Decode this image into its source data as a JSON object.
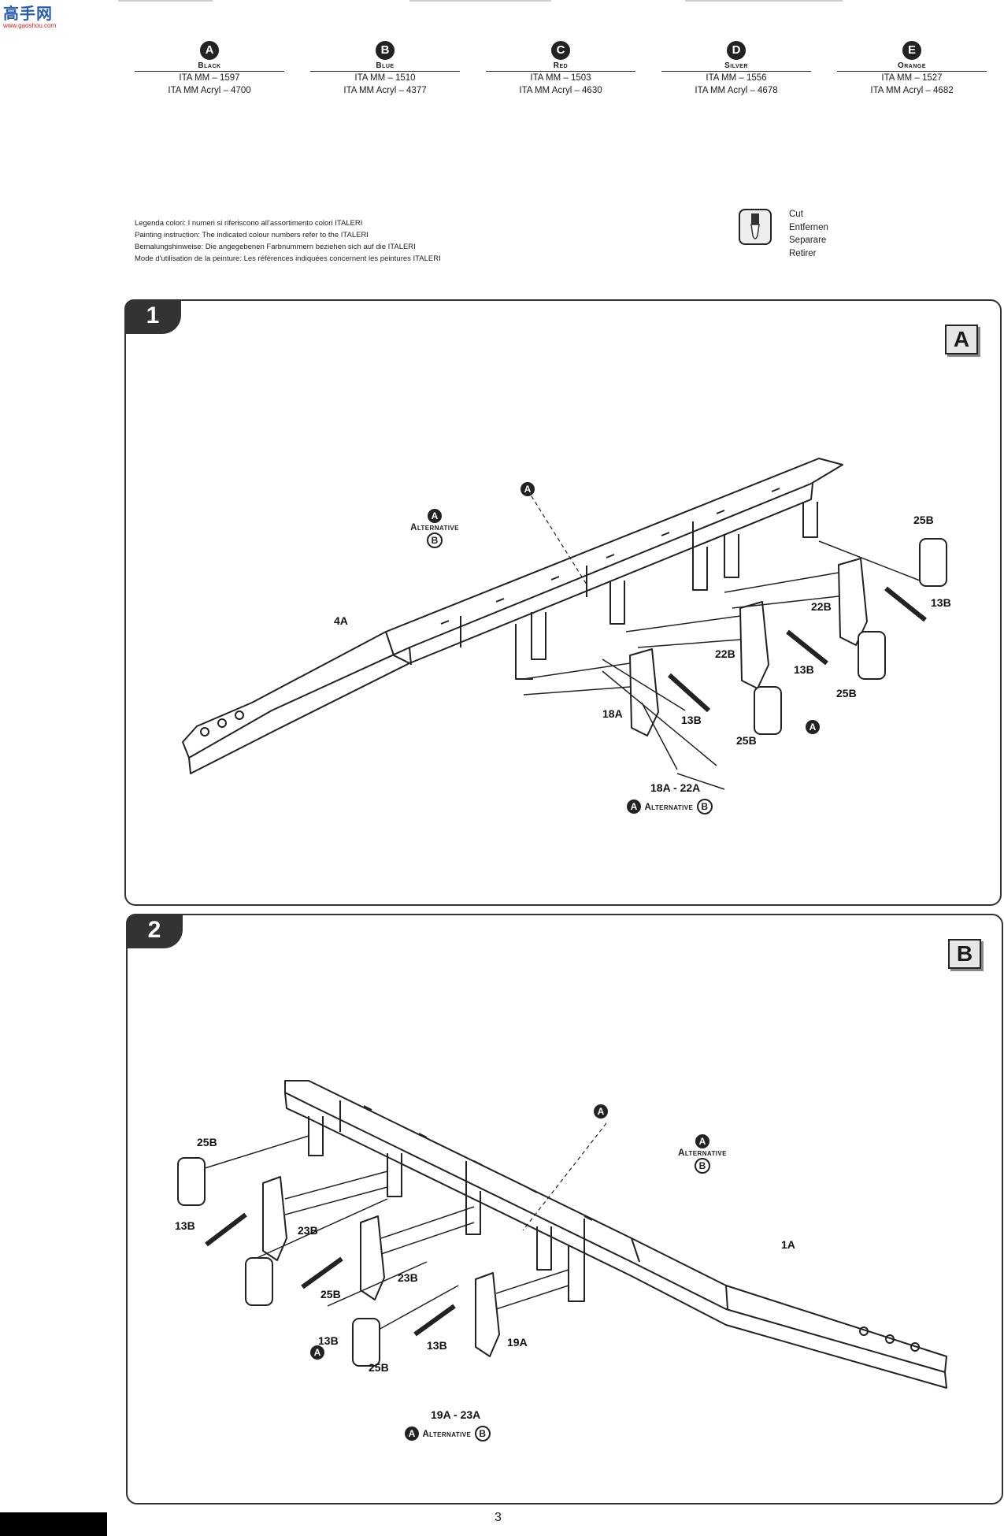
{
  "watermark": {
    "logo": "高手网",
    "url": "www.gaoshou.com"
  },
  "colors": [
    {
      "letter": "A",
      "name": "Black",
      "mm": "ITA MM – 1597",
      "acryl": "ITA MM Acryl – 4700"
    },
    {
      "letter": "B",
      "name": "Blue",
      "mm": "ITA MM – 1510",
      "acryl": "ITA MM Acryl – 4377"
    },
    {
      "letter": "C",
      "name": "Red",
      "mm": "ITA MM – 1503",
      "acryl": "ITA MM Acryl – 4630"
    },
    {
      "letter": "D",
      "name": "Silver",
      "mm": "ITA MM – 1556",
      "acryl": "ITA MM Acryl – 4678"
    },
    {
      "letter": "E",
      "name": "Orange",
      "mm": "ITA MM – 1527",
      "acryl": "ITA MM Acryl – 4682"
    }
  ],
  "paint_note": [
    "Legenda colori: I numeri si riferiscono all'assortimento colori ITALERI",
    "Painting instruction: The indicated colour numbers refer to the ITALERI",
    "Bemalungshinweise: Die angegebenen Farbnummern beziehen sich auf die ITALERI",
    "Mode d'utilisation de la peinture: Les références indiquées concernent les peintures ITALERI"
  ],
  "cut_legend": [
    "Cut",
    "Entfernen",
    "Separare",
    "Retirer"
  ],
  "step1": {
    "number": "1",
    "sprue": "A",
    "alt_word": "Alternative",
    "labels": {
      "frame": "4A",
      "bag_top": "25B",
      "shock_top": "13B",
      "arm_top": "22B",
      "arm_mid": "22B",
      "shock_mid": "13B",
      "bag_mid": "25B",
      "arm_low": "18A",
      "shock_low": "13B",
      "bag_low": "25B",
      "pair": "18A - 22A",
      "color_a": "A",
      "color_b": "B"
    }
  },
  "step2": {
    "number": "2",
    "sprue": "B",
    "alt_word": "Alternative",
    "labels": {
      "frame": "1A",
      "bag_top": "25B",
      "shock_top": "13B",
      "arm_top": "23B",
      "shock_mid": "13B",
      "arm_mid": "23B",
      "bag_mid": "25B",
      "shock_low": "13B",
      "arm_low": "19A",
      "bag_low": "25B",
      "pair": "19A - 23A",
      "color_a": "A",
      "color_b": "B"
    }
  },
  "page_number": "3"
}
